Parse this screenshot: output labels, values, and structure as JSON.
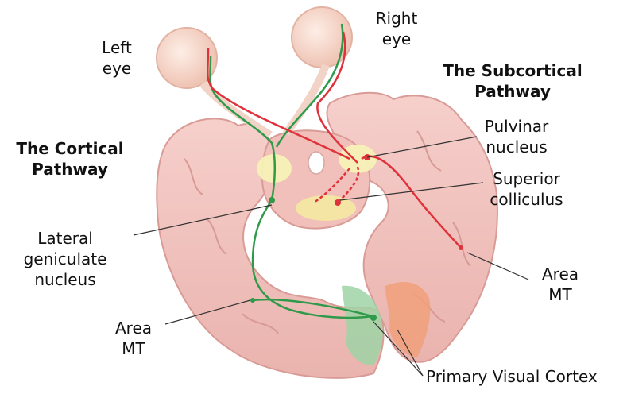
{
  "titles": {
    "cortical": [
      "The Cortical",
      "Pathway"
    ],
    "subcortical": [
      "The Subcortical",
      "Pathway"
    ]
  },
  "labels": {
    "left_eye": [
      "Left",
      "eye"
    ],
    "right_eye": [
      "Right",
      "eye"
    ],
    "pulvinar": [
      "Pulvinar",
      "nucleus"
    ],
    "superior_colliculus": [
      "Superior",
      "colliculus"
    ],
    "lgn": [
      "Lateral",
      "geniculate",
      "nucleus"
    ],
    "area_mt_left": [
      "Area",
      "MT"
    ],
    "area_mt_right": [
      "Area",
      "MT"
    ],
    "primary_visual_cortex": "Primary Visual Cortex"
  },
  "colors": {
    "brain_fill": "#f2c3bf",
    "brain_edge": "#d99b96",
    "eye_fill": "#f8d9cb",
    "cortical_path": "#2e9a4a",
    "subcortical_path": "#e0323a",
    "thalamus_yellow": "#f6f1b6",
    "v1_green": "#9fd3a6",
    "v1_orange": "#f0a07a"
  }
}
